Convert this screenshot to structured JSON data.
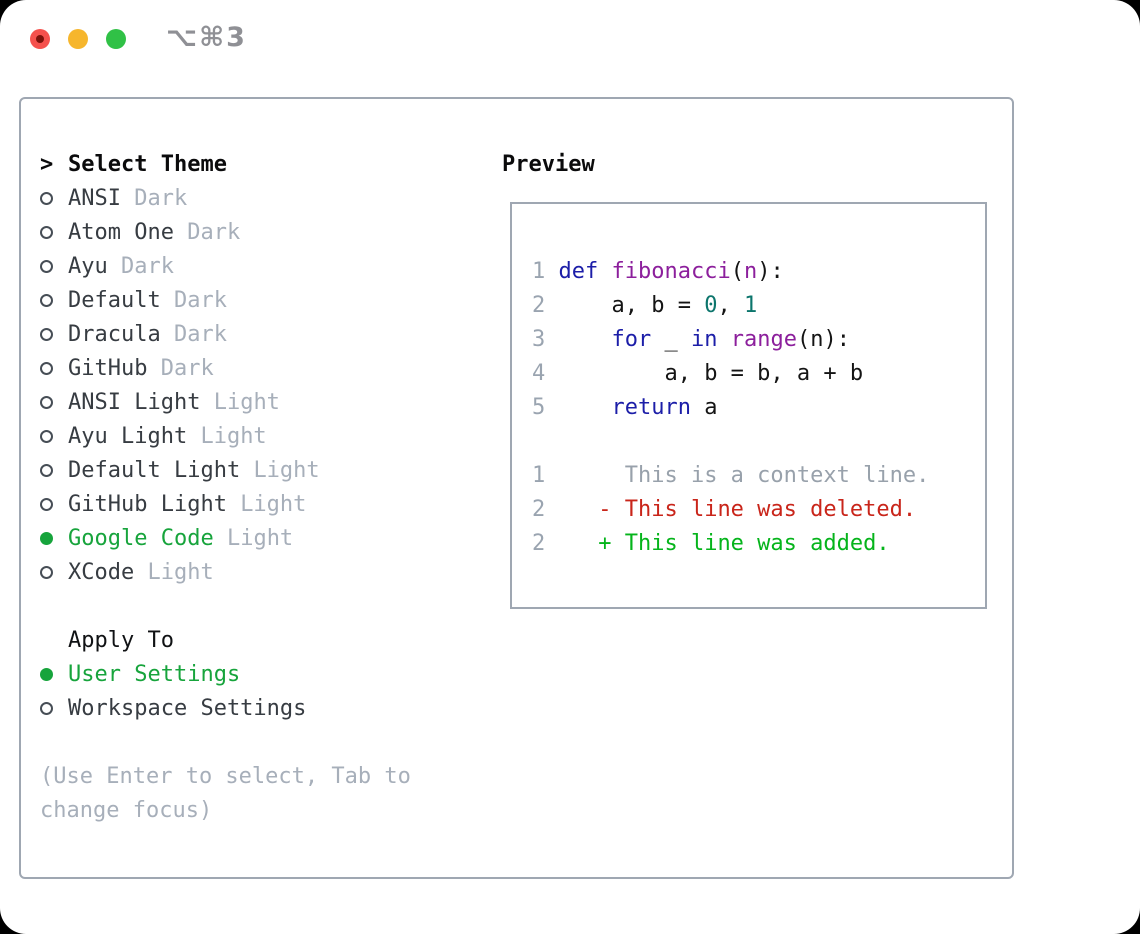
{
  "window": {
    "shortcut": "⌥⌘3",
    "traffic_lights": {
      "red": "#f5514d",
      "red_dot": "#7c120b",
      "yellow": "#f6b62d",
      "green": "#30c146"
    }
  },
  "colors": {
    "panel_border": "#9fa7b2",
    "selected_green": "#17a43c",
    "dark_text": "#373c42",
    "muted_gray": "#a7afba",
    "linenum": "#9aa4b0",
    "kw": "#1c1ea8",
    "fn": "#8c1f9c",
    "num": "#0c756c",
    "plain": "#141414",
    "ctx": "#98a1ab",
    "del": "#c9251a",
    "add": "#05b41b"
  },
  "theme_list": {
    "prompt": ">",
    "header": "Select Theme",
    "items": [
      {
        "name": "ANSI",
        "variant": "Dark",
        "selected": false
      },
      {
        "name": "Atom One",
        "variant": "Dark",
        "selected": false
      },
      {
        "name": "Ayu",
        "variant": "Dark",
        "selected": false
      },
      {
        "name": "Default",
        "variant": "Dark",
        "selected": false
      },
      {
        "name": "Dracula",
        "variant": "Dark",
        "selected": false
      },
      {
        "name": "GitHub",
        "variant": "Dark",
        "selected": false
      },
      {
        "name": "ANSI Light",
        "variant": "Light",
        "selected": false
      },
      {
        "name": "Ayu Light",
        "variant": "Light",
        "selected": false
      },
      {
        "name": "Default Light",
        "variant": "Light",
        "selected": false
      },
      {
        "name": "GitHub Light",
        "variant": "Light",
        "selected": false
      },
      {
        "name": "Google Code",
        "variant": "Light",
        "selected": true
      },
      {
        "name": "XCode",
        "variant": "Light",
        "selected": false
      }
    ]
  },
  "apply_to": {
    "header": "Apply To",
    "items": [
      {
        "label": "User Settings",
        "selected": true
      },
      {
        "label": "Workspace Settings",
        "selected": false
      }
    ]
  },
  "help_lines": [
    "(Use Enter to select, Tab to",
    "change focus)"
  ],
  "preview": {
    "title": "Preview",
    "code_lines": [
      {
        "num": "1",
        "segments": [
          {
            "t": " ",
            "c": "plain"
          },
          {
            "t": "def",
            "c": "kw"
          },
          {
            "t": " ",
            "c": "plain"
          },
          {
            "t": "fibonacci",
            "c": "fn"
          },
          {
            "t": "(",
            "c": "plain"
          },
          {
            "t": "n",
            "c": "fn"
          },
          {
            "t": "):",
            "c": "plain"
          }
        ]
      },
      {
        "num": "2",
        "segments": [
          {
            "t": "     a, b = ",
            "c": "plain"
          },
          {
            "t": "0",
            "c": "num"
          },
          {
            "t": ", ",
            "c": "plain"
          },
          {
            "t": "1",
            "c": "num"
          }
        ]
      },
      {
        "num": "3",
        "segments": [
          {
            "t": "     ",
            "c": "plain"
          },
          {
            "t": "for",
            "c": "kw"
          },
          {
            "t": " _ ",
            "c": "plain"
          },
          {
            "t": "in",
            "c": "kw"
          },
          {
            "t": " ",
            "c": "plain"
          },
          {
            "t": "range",
            "c": "fn"
          },
          {
            "t": "(n):",
            "c": "plain"
          }
        ]
      },
      {
        "num": "4",
        "segments": [
          {
            "t": "         a, b = b, a + b",
            "c": "plain"
          }
        ]
      },
      {
        "num": "5",
        "segments": [
          {
            "t": "     ",
            "c": "plain"
          },
          {
            "t": "return",
            "c": "kw"
          },
          {
            "t": " a",
            "c": "plain"
          }
        ]
      }
    ],
    "diff_lines": [
      {
        "num": "1",
        "segments": [
          {
            "t": "      This is a context line.",
            "c": "ctx"
          }
        ]
      },
      {
        "num": "2",
        "segments": [
          {
            "t": "    ",
            "c": "plain"
          },
          {
            "t": "- This line was deleted.",
            "c": "del"
          }
        ]
      },
      {
        "num": "2",
        "segments": [
          {
            "t": "    ",
            "c": "plain"
          },
          {
            "t": "+ This line was added.",
            "c": "add"
          }
        ]
      }
    ]
  }
}
